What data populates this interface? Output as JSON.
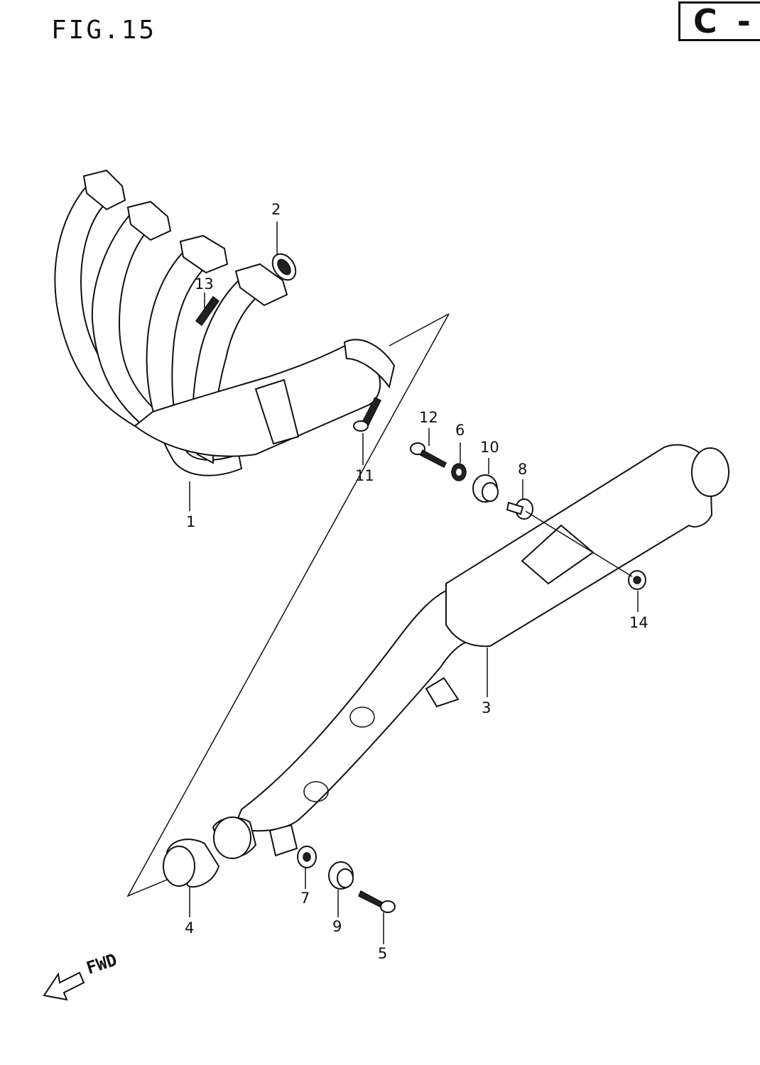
{
  "figure": {
    "title": "FIG.15",
    "section": "C -"
  },
  "direction": {
    "label": "FWD"
  },
  "callouts": [
    {
      "id": "1",
      "label": "1"
    },
    {
      "id": "2",
      "label": "2"
    },
    {
      "id": "3",
      "label": "3"
    },
    {
      "id": "4",
      "label": "4"
    },
    {
      "id": "5",
      "label": "5"
    },
    {
      "id": "6",
      "label": "6"
    },
    {
      "id": "7",
      "label": "7"
    },
    {
      "id": "8",
      "label": "8"
    },
    {
      "id": "9",
      "label": "9"
    },
    {
      "id": "10",
      "label": "10"
    },
    {
      "id": "11",
      "label": "11"
    },
    {
      "id": "12",
      "label": "12"
    },
    {
      "id": "13",
      "label": "13"
    },
    {
      "id": "14",
      "label": "14"
    }
  ]
}
